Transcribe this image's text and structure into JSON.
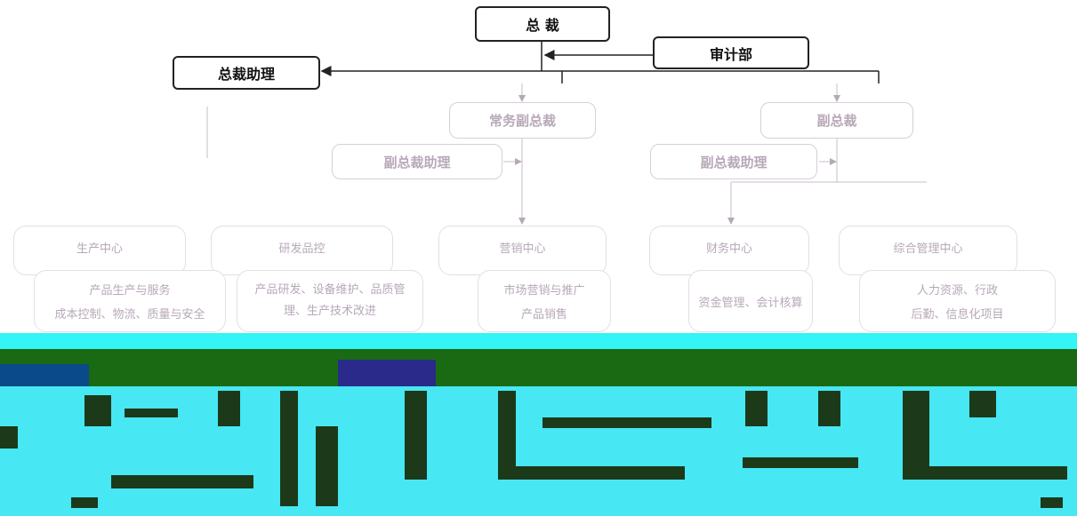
{
  "org_chart": {
    "top": {
      "president": "总  裁",
      "audit": "审计部",
      "president_assistant": "总裁助理"
    },
    "vice": {
      "executive_vp": "常务副总裁",
      "vp": "副总裁",
      "vp_assistant_left": "副总裁助理",
      "vp_assistant_right": "副总裁助理"
    },
    "departments": [
      {
        "name": "生产中心",
        "duties": [
          "产品生产与服务",
          "成本控制、物流、质量与安全"
        ]
      },
      {
        "name": "研发品控",
        "duties": [
          "产品研发、设备维护、品质管理、生产技术改进"
        ]
      },
      {
        "name": "营销中心",
        "duties": [
          "市场营销与推广",
          "产品销售"
        ]
      },
      {
        "name": "财务中心",
        "duties": [
          "资金管理、会计核算"
        ]
      },
      {
        "name": "综合管理中心",
        "duties": [
          "人力资源、行政",
          "后勤、信息化项目"
        ]
      }
    ]
  },
  "colors": {
    "band_dark": "#1a6a14",
    "band_cyan": "#33f4f6",
    "band_light": "#47e7f4",
    "lines": "#9b909c",
    "top_border": "#222222"
  }
}
